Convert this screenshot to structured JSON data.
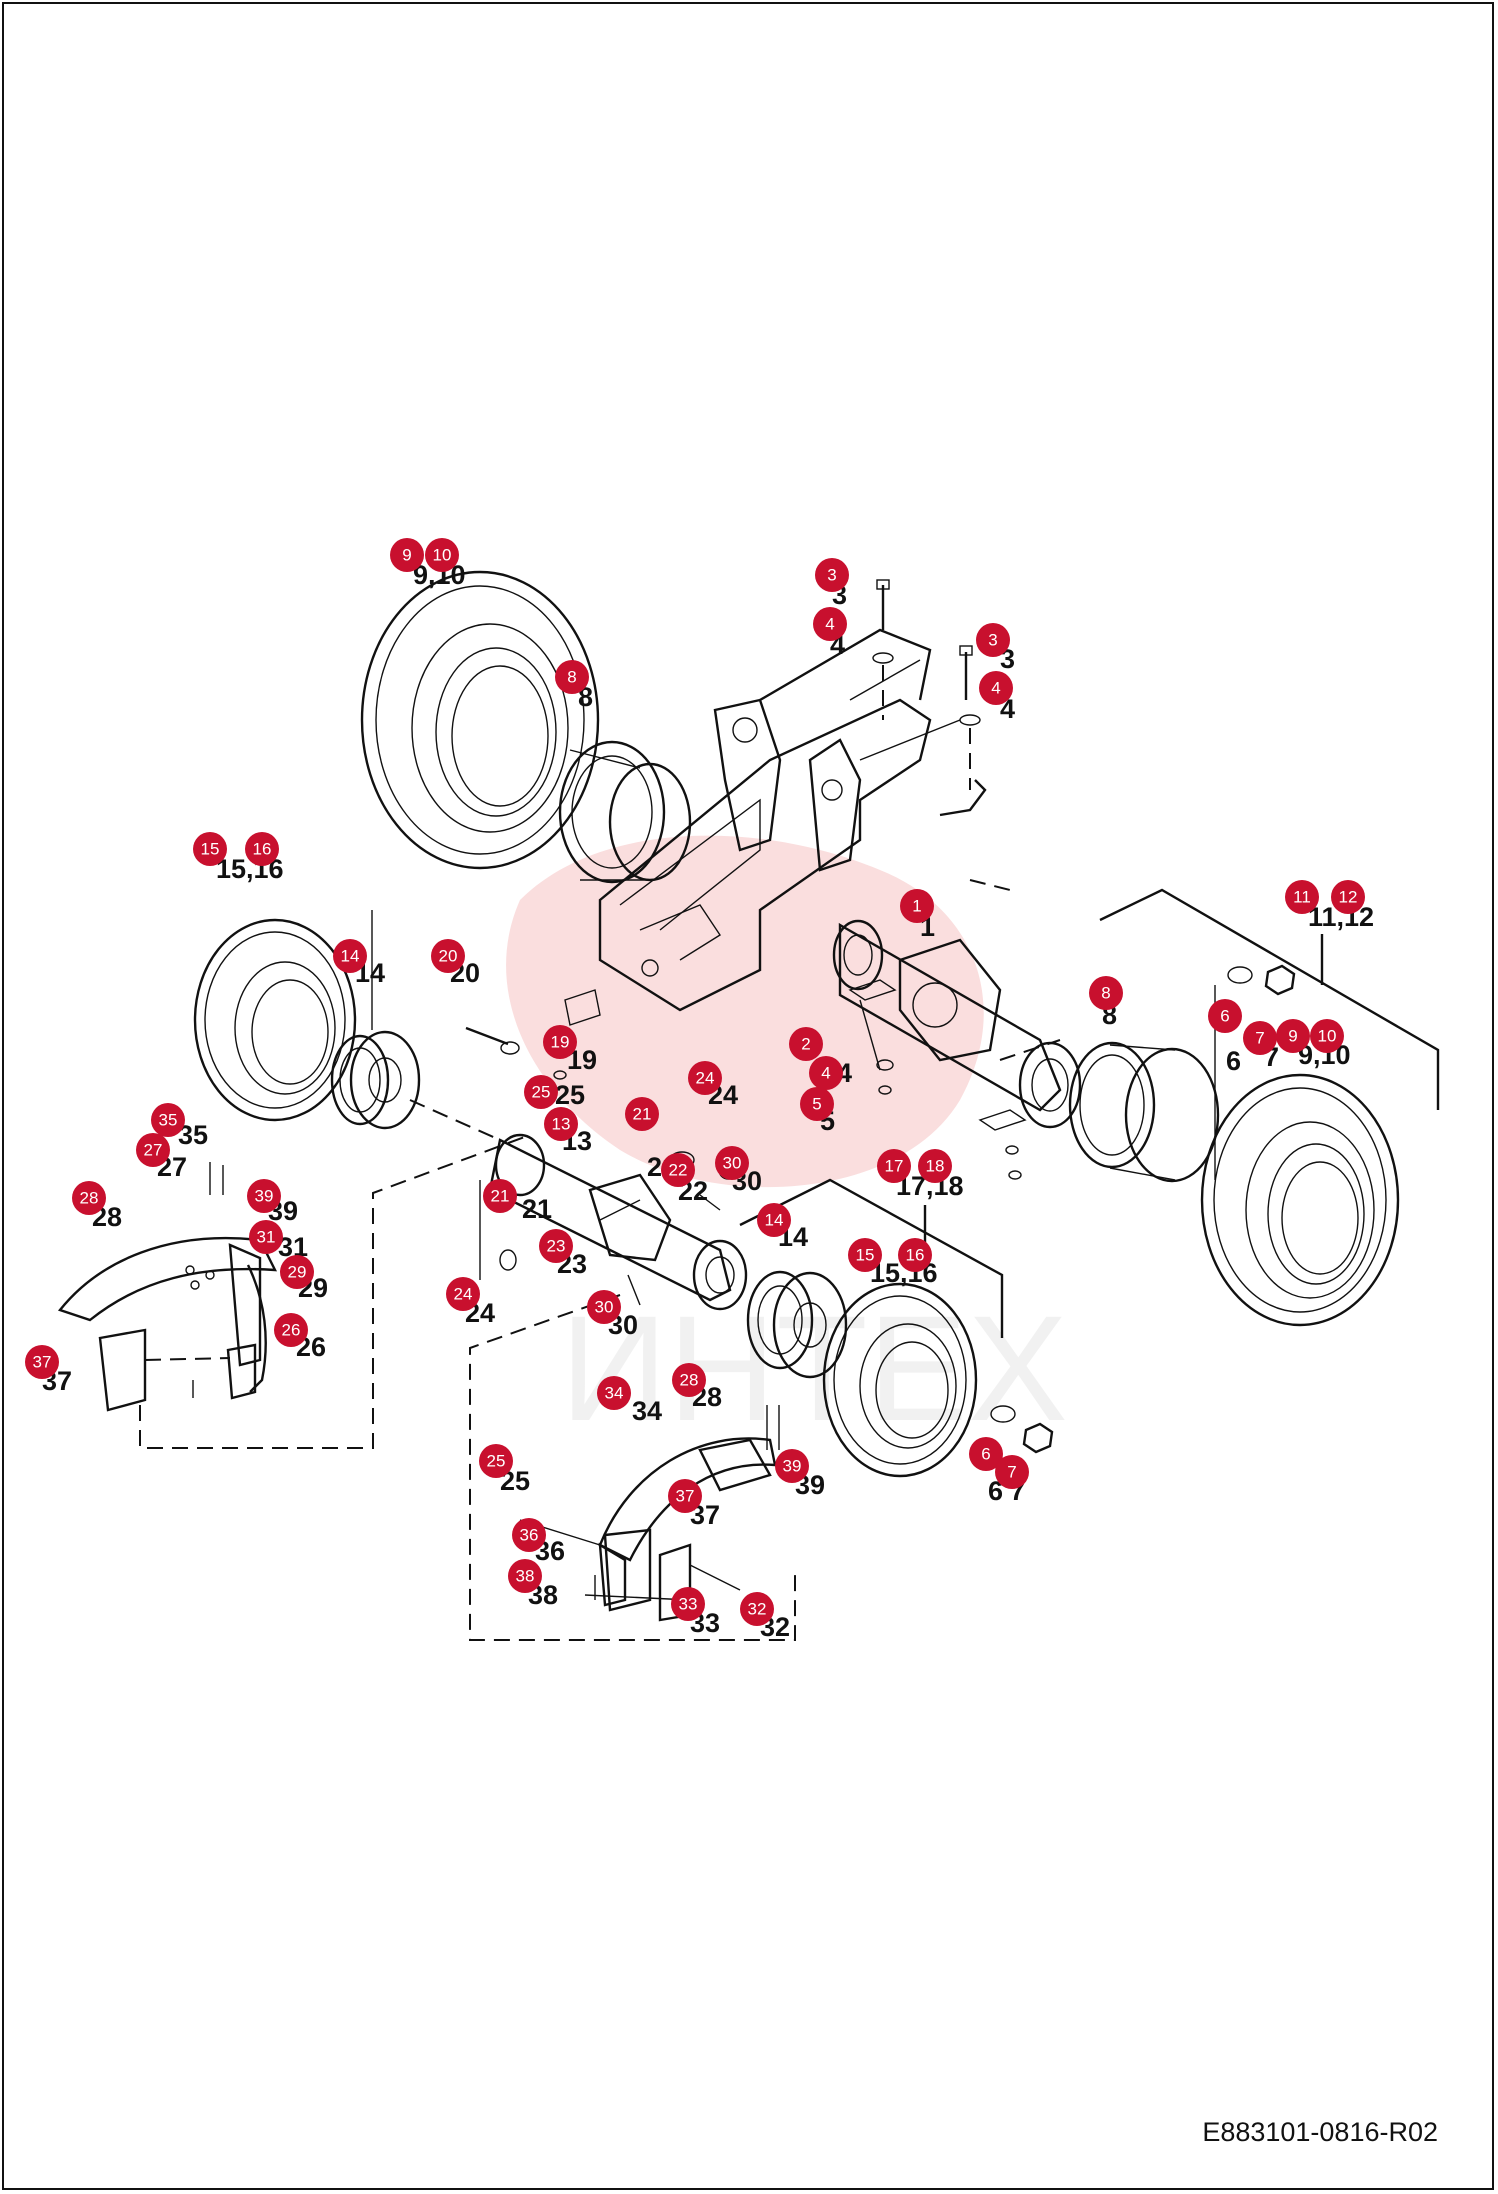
{
  "drawing_code": "E883101-0816-R02",
  "callout_color": "#c8102e",
  "labels": [
    "9,10",
    "3",
    "4",
    "3",
    "4",
    "8",
    "15,16",
    "14",
    "20",
    "11,12",
    "19",
    "25",
    "13",
    "21",
    "24",
    "2",
    "4",
    "5",
    "1",
    "8",
    "6",
    "7",
    "9,10",
    "35",
    "27",
    "28",
    "39",
    "31",
    "29",
    "26",
    "21",
    "23",
    "22",
    "30",
    "17,18",
    "24",
    "14",
    "30",
    "15,16",
    "37",
    "34",
    "28",
    "39",
    "25",
    "36",
    "38",
    "37",
    "33",
    "32",
    "6",
    "7"
  ],
  "callouts": [
    "9",
    "10",
    "3",
    "4",
    "3",
    "4",
    "8",
    "15",
    "16",
    "14",
    "20",
    "11",
    "12",
    "1",
    "2",
    "4",
    "5",
    "19",
    "25",
    "13",
    "21",
    "24",
    "22",
    "30",
    "17",
    "18",
    "8",
    "6",
    "7",
    "9",
    "10",
    "35",
    "27",
    "28",
    "39",
    "31",
    "29",
    "26",
    "21",
    "23",
    "24",
    "14",
    "15",
    "16",
    "30",
    "37",
    "34",
    "28",
    "39",
    "6",
    "7",
    "25",
    "36",
    "37",
    "38",
    "33",
    "32"
  ]
}
